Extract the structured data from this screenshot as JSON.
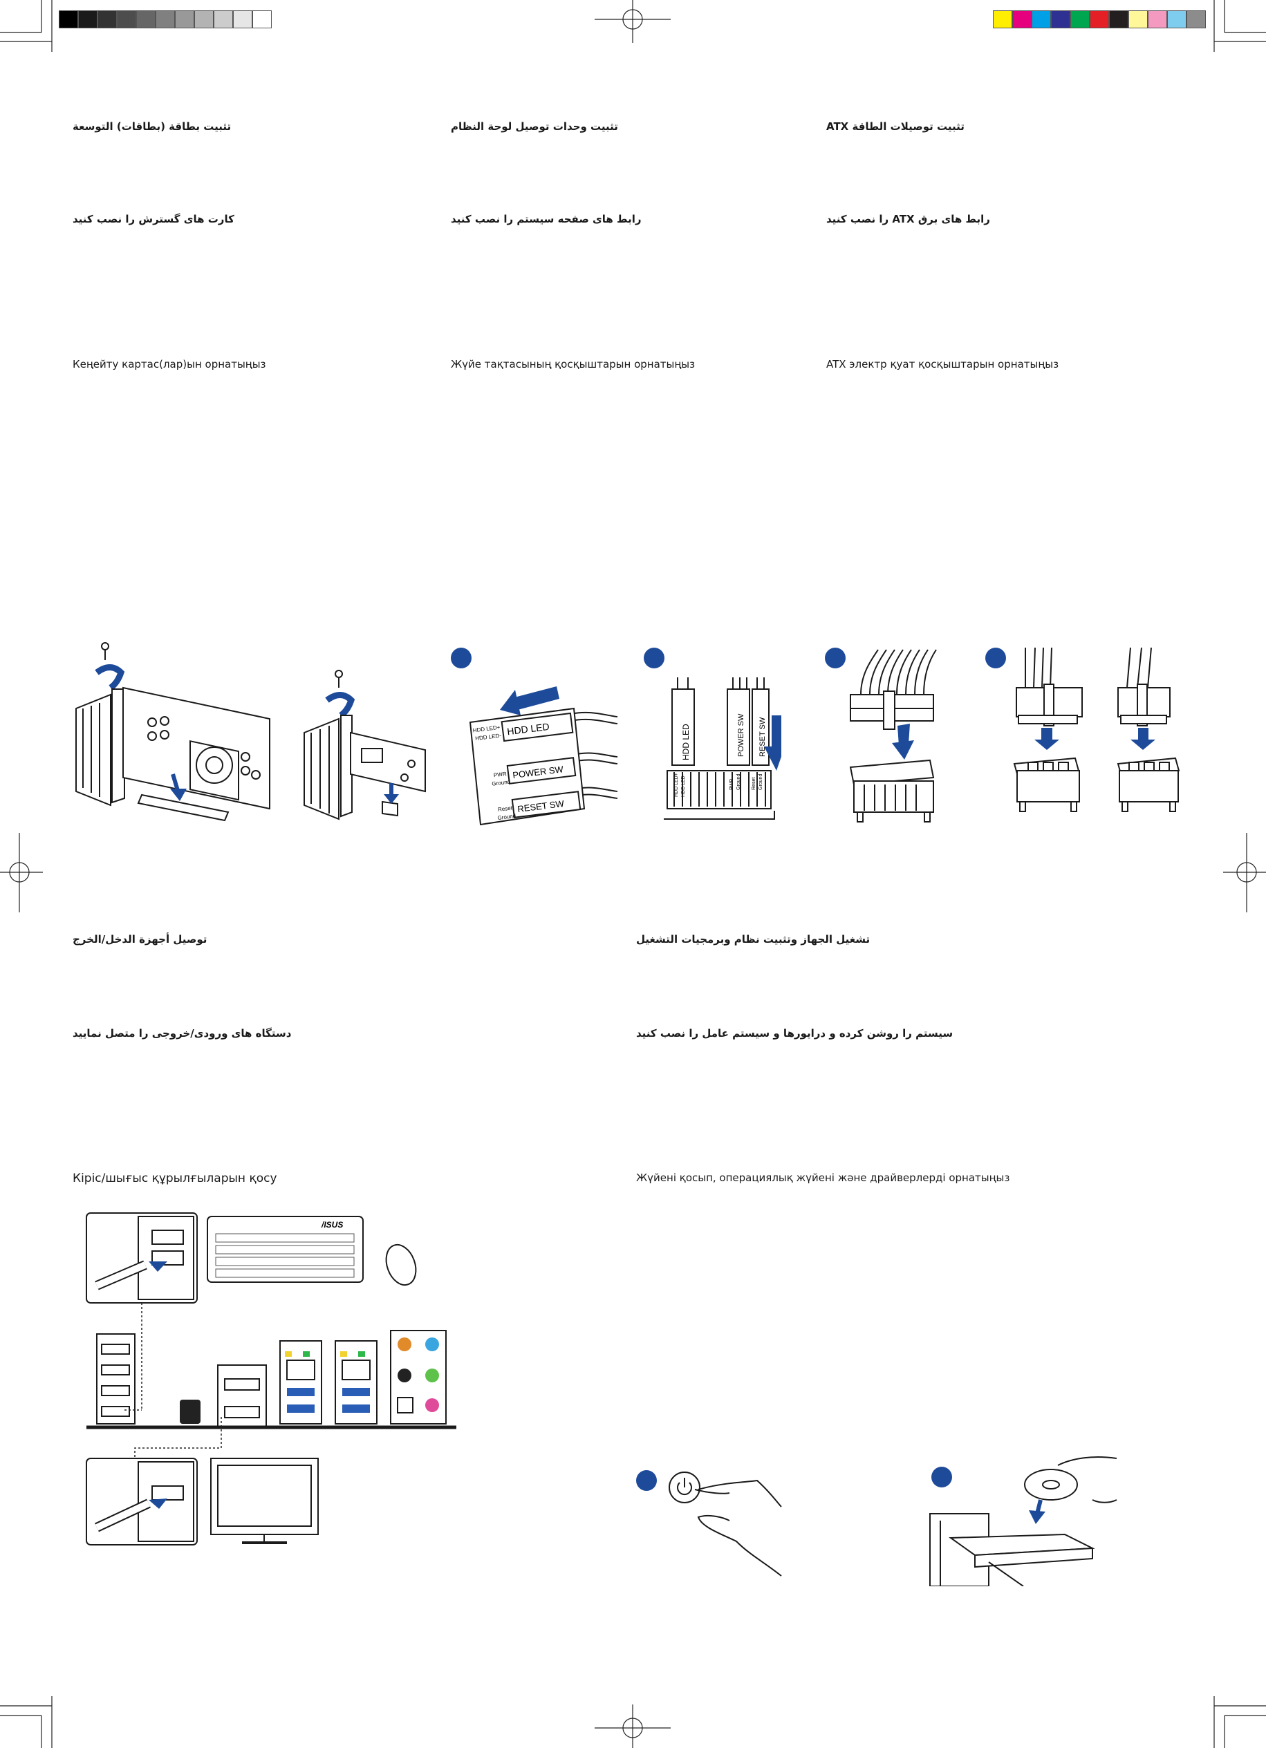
{
  "sections": {
    "expansion": {
      "ar": "تثبيت بطاقة (بطاقات) التوسعة",
      "fa": "کارت های گسترش را نصب کنید",
      "kk": "Кеңейту картас(лар)ын орнатыңыз"
    },
    "panel": {
      "ar": "تثبيت وحدات توصيل لوحة النظام",
      "fa": "رابط های صفحه سیستم را نصب کنید",
      "kk": "Жүйе тақтасының қосқыштарын орнатыңыз"
    },
    "atx": {
      "ar": "تثبيت توصيلات الطاقة ATX",
      "fa": "رابط های برق ATX را نصب کنید",
      "kk": "ATX электр қуат қосқыштарын орнатыңыз"
    },
    "io": {
      "ar": "توصيل أجهزة الدخل/الخرج",
      "fa": "دستگاه های ورودی/خروجی را متصل نمایید",
      "kk": "Кіріс/шығыс құрылғыларын қосу"
    },
    "os": {
      "ar": "تشغيل الجهاز وتثبيت نظام وبرمجيات التشغيل",
      "fa": "سیستم را روشن کرده و درایورها و سیستم عامل را نصب کنید",
      "kk": "Жүйені қосып, операциялық жүйені және драйверлерді орнатыңыз"
    }
  },
  "diagram_labels": {
    "hdd_led": "HDD LED",
    "hdd_led_plus": "HDD LED+",
    "hdd_led_minus": "HDD LED-",
    "power_sw": "POWER SW",
    "reset_sw": "RESET SW",
    "pwr": "PWR",
    "ground": "Ground",
    "reset": "Reset",
    "brand": "/ISUS"
  },
  "colors": {
    "accent_blue": "#1d4b9a",
    "color_bar": [
      "#ffee00",
      "#e6007e",
      "#00a0e6",
      "#2e3192",
      "#00a650",
      "#e41f26",
      "#231f20",
      "#fff799",
      "#f49ac1",
      "#7fcdee",
      "#8c8c8c"
    ],
    "gray_bar": [
      "#000000",
      "#1a1a1a",
      "#333333",
      "#4d4d4d",
      "#666666",
      "#808080",
      "#999999",
      "#b3b3b3",
      "#cccccc",
      "#e6e6e6",
      "#ffffff"
    ]
  }
}
